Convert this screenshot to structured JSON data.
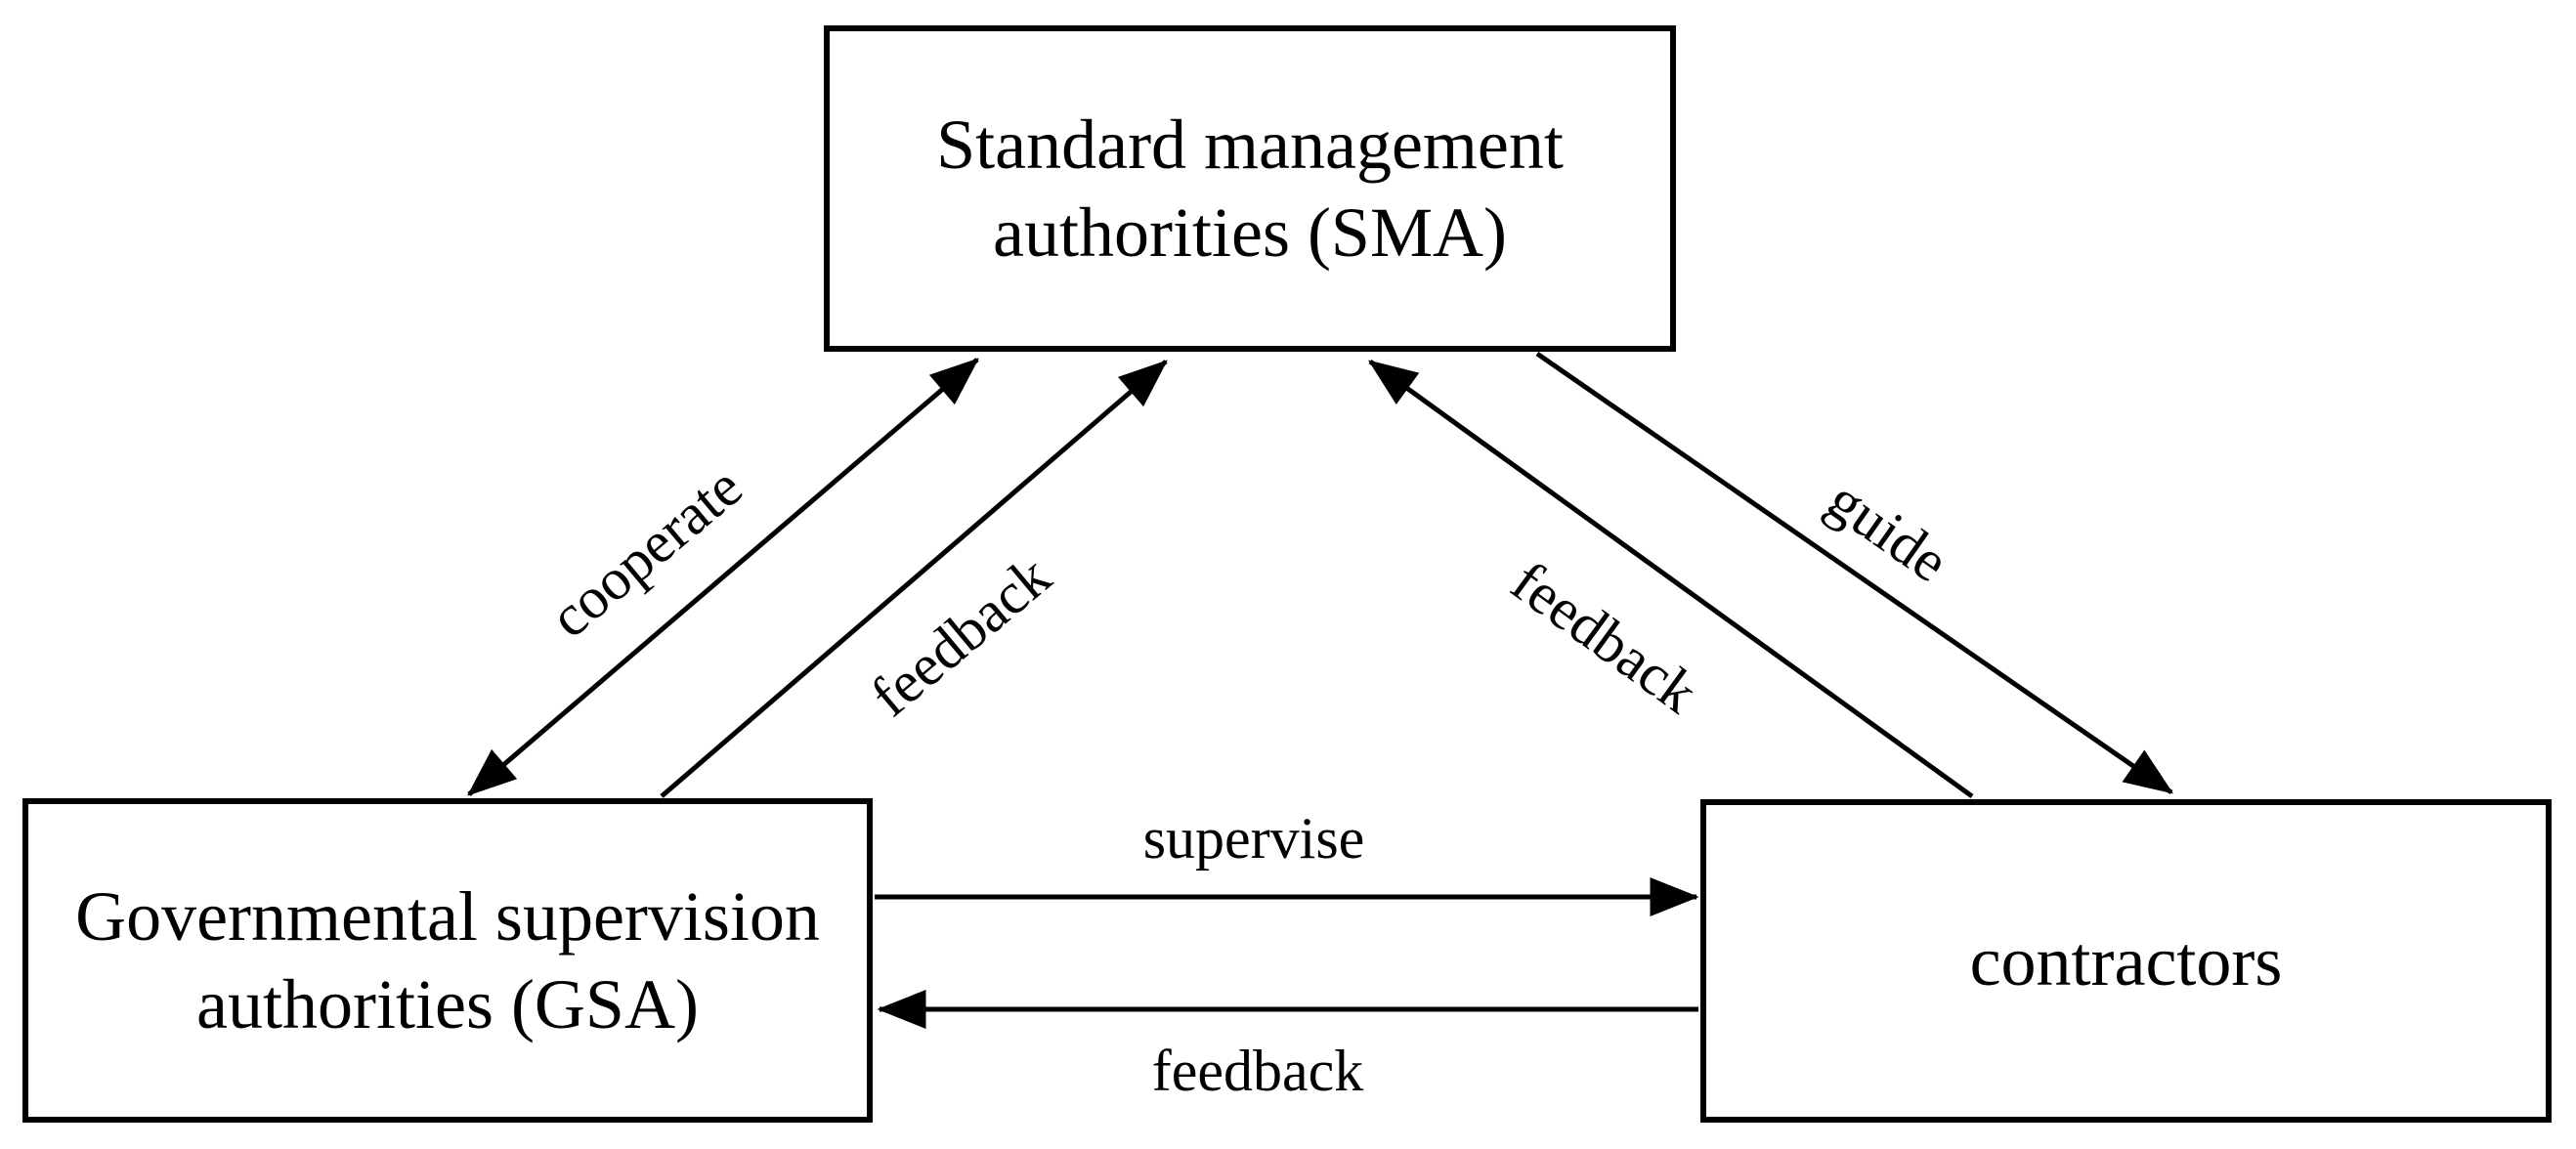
{
  "diagram": {
    "background_color": "#ffffff",
    "line_color": "#000000",
    "text_color": "#000000",
    "nodes": [
      {
        "id": "sma",
        "label": "Standard management\nauthorities (SMA)"
      },
      {
        "id": "gsa",
        "label": "Governmental supervision\nauthorities (GSA)"
      },
      {
        "id": "contractors",
        "label": "contractors"
      }
    ],
    "edges": [
      {
        "label": "cooperate",
        "from": "gsa",
        "to": "sma",
        "direction": "bidirectional"
      },
      {
        "label": "feedback",
        "from": "gsa",
        "to": "sma",
        "direction": "one-way"
      },
      {
        "label": "feedback",
        "from": "contractors",
        "to": "sma",
        "direction": "one-way"
      },
      {
        "label": "guide",
        "from": "sma",
        "to": "contractors",
        "direction": "one-way"
      },
      {
        "label": "supervise",
        "from": "gsa",
        "to": "contractors",
        "direction": "one-way"
      },
      {
        "label": "feedback",
        "from": "contractors",
        "to": "gsa",
        "direction": "one-way"
      }
    ]
  }
}
